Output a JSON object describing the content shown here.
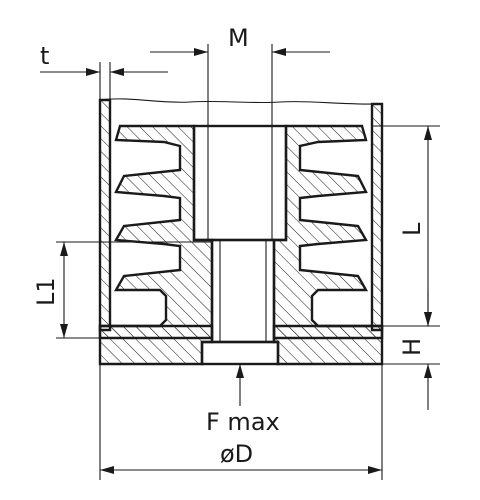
{
  "labels": {
    "wall_thickness": "t",
    "thread": "M",
    "length": "L",
    "length_1": "L1",
    "height": "H",
    "force": "F max",
    "diameter": "øD"
  },
  "colors": {
    "ink": "#1a1a1a",
    "background": "#ffffff"
  }
}
